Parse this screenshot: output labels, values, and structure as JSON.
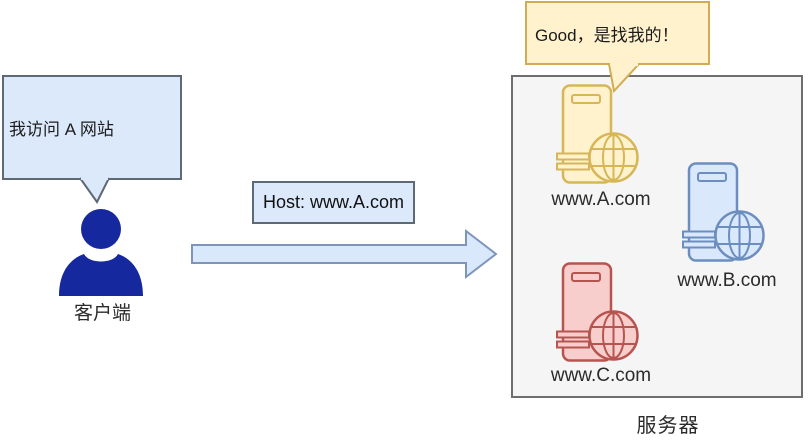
{
  "client": {
    "speech_bubble": "我访问 A 网站",
    "label": "客户端"
  },
  "request": {
    "host_label": "Host: www.A.com"
  },
  "server_group": {
    "speech_bubble": "Good，是找我的！",
    "label": "服务器",
    "servers": [
      {
        "label": "www.A.com",
        "fill": "#FFF2CC",
        "stroke": "#D6B656"
      },
      {
        "label": "www.B.com",
        "fill": "#DAE8FC",
        "stroke": "#6C8EBF"
      },
      {
        "label": "www.C.com",
        "fill": "#F8CECC",
        "stroke": "#B85450"
      }
    ]
  },
  "colors": {
    "person": "#16289D",
    "client_bubble_fill": "#DCE9FB",
    "client_bubble_border": "#5D6A76",
    "server_bubble_fill": "#FFF2CC",
    "server_bubble_border": "#D2AC54",
    "host_box_fill": "#DCE9FB",
    "host_box_border": "#5D6A76",
    "arrow_fill": "#DAE8FC",
    "arrow_border": "#7E95BA",
    "container_fill": "#F5F5F5",
    "container_border": "#6E6E6E",
    "label_text": "#2B2B2B"
  }
}
